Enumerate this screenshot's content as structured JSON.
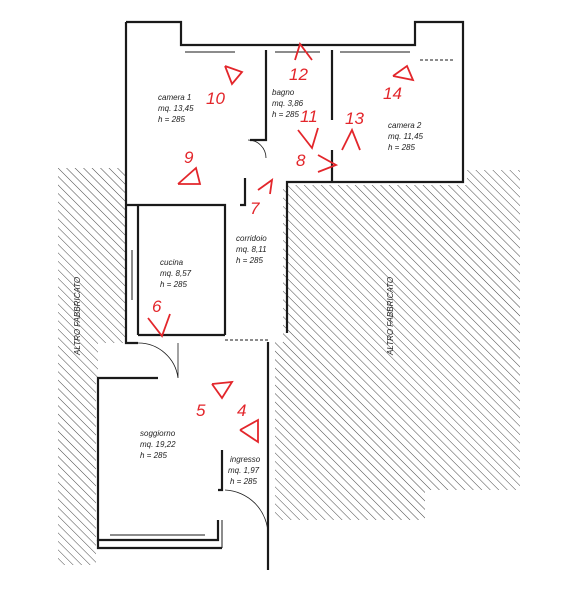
{
  "rooms": [
    {
      "id": "camera1",
      "name": "camera 1",
      "area": "mq. 13,45",
      "height": "h = 285"
    },
    {
      "id": "bagno",
      "name": "bagno",
      "area": "mq. 3,86",
      "height": "h = 285"
    },
    {
      "id": "camera2",
      "name": "camera 2",
      "area": "mq. 11,45",
      "height": "h = 285"
    },
    {
      "id": "corridoio",
      "name": "corridoio",
      "area": "mq. 8,11",
      "height": "h = 285"
    },
    {
      "id": "cucina",
      "name": "cucina",
      "area": "mq. 8,57",
      "height": "h = 285"
    },
    {
      "id": "soggiorno",
      "name": "soggiorno",
      "area": "mq. 19,22",
      "height": "h = 285"
    },
    {
      "id": "ingresso",
      "name": "ingresso",
      "area": "mq. 1,97",
      "height": "h = 285"
    }
  ],
  "side_labels": {
    "left": "ALTRO FABBRICATO",
    "right": "ALTRO FABBRICATO"
  },
  "photo_points": [
    "4",
    "5",
    "6",
    "7",
    "8",
    "9",
    "10",
    "11",
    "12",
    "13",
    "14"
  ],
  "colors": {
    "wall": "#1a1a1a",
    "marker": "#e3262b",
    "hatch": "#333333"
  }
}
